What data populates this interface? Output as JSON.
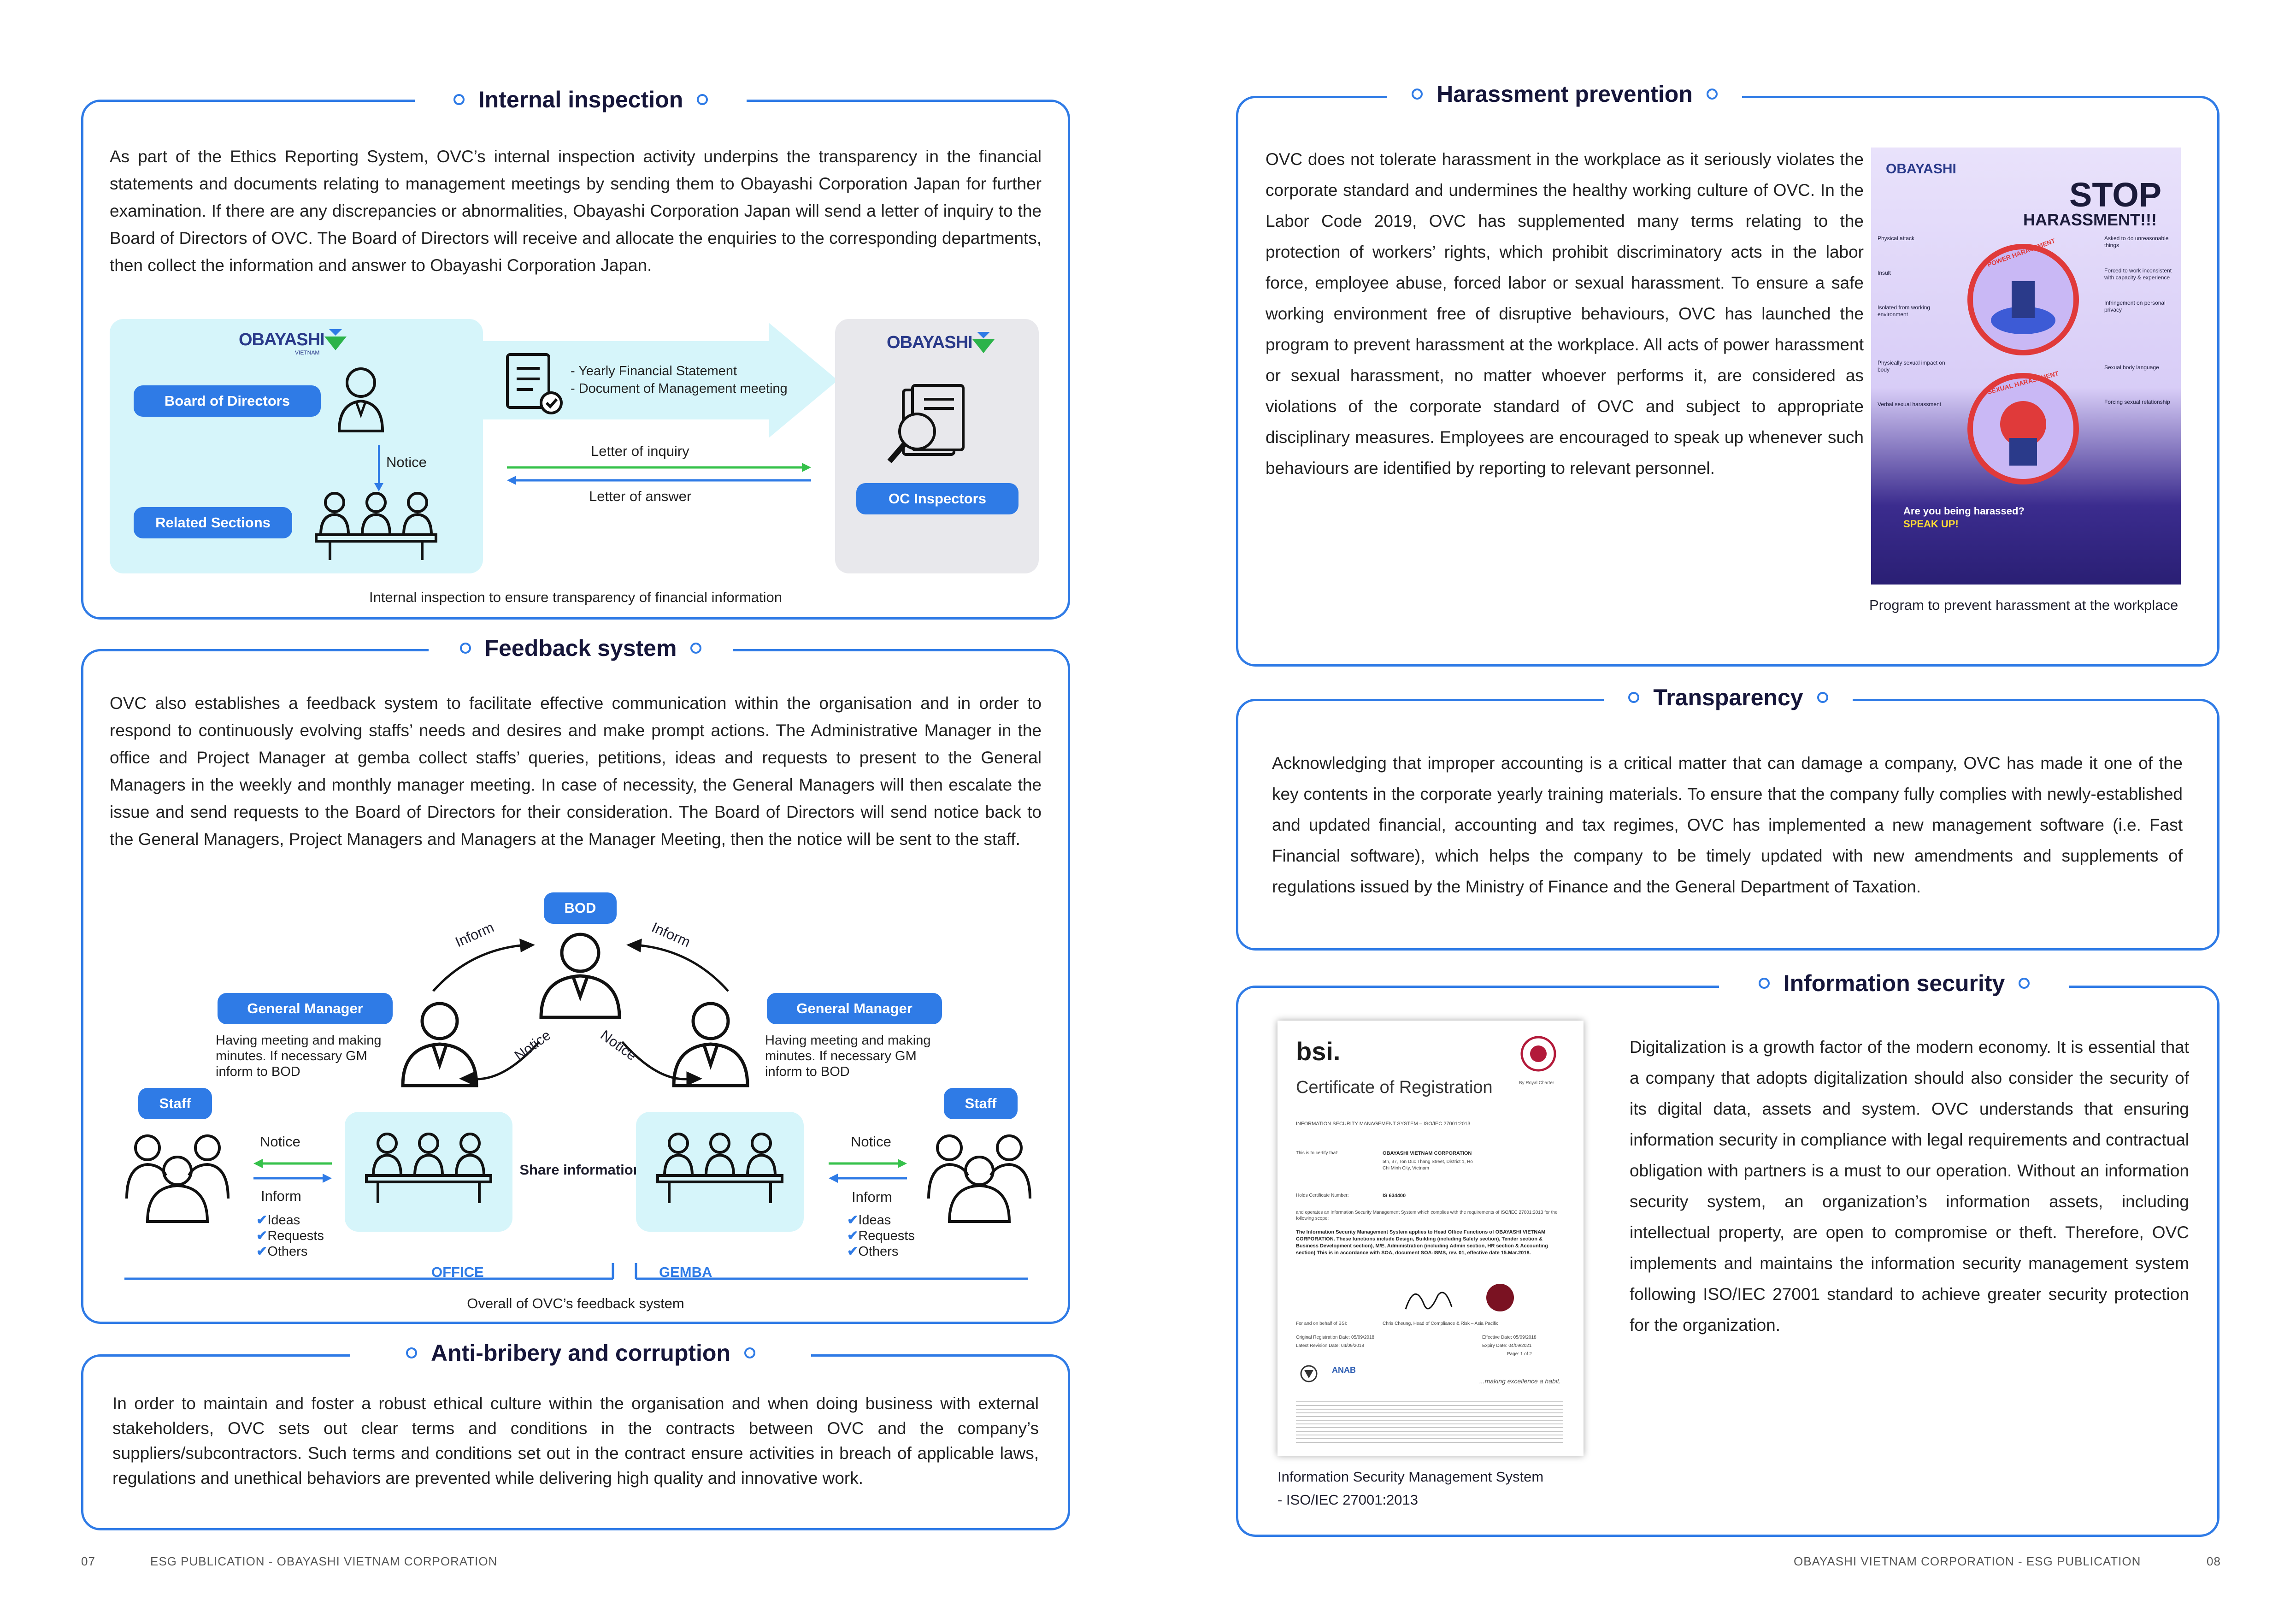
{
  "internal": {
    "title": "Internal inspection",
    "body": "As part of the Ethics Reporting System, OVC’s internal inspection activity underpins the transparency in the financial statements and documents relating to management meetings by sending them to Obayashi Corporation Japan for further examination. If there are any discrepancies or abnormalities, Obayashi Corporation Japan will send a letter of inquiry to the Board of Directors of OVC. The Board of Directors will receive and allocate the enquiries to the corresponding departments, then collect the information and answer to Obayashi Corporation Japan.",
    "diagram": {
      "logo_left": "OBAYASHI",
      "logo_left_sub": "VIETNAM",
      "board": "Board of Directors",
      "related": "Related Sections",
      "notice": "Notice",
      "doc1": "- Yearly Financial Statement",
      "doc2": "- Document of Management meeting",
      "inquiry": "Letter of inquiry",
      "answer": "Letter of answer",
      "logo_right": "OBAYASHI",
      "inspectors": "OC Inspectors"
    },
    "caption": "Internal inspection to ensure transparency of financial information"
  },
  "feedback": {
    "title": "Feedback system",
    "body": "OVC also establishes a feedback system to facilitate effective communication within the organisation and in order to respond to continuously evolving staffs’ needs and desires and make prompt actions. The Administrative Manager in the office and Project Manager at gemba collect staffs’ queries, petitions, ideas and requests to present to the General Managers in the weekly and monthly manager meeting. In case of necessity, the General Managers will then escalate the issue and send requests to the Board of Directors for their consideration. The Board of Directors will send notice back to the General Managers, Project Managers and Managers at the Manager Meeting, then the notice will be sent to the staff.",
    "diagram": {
      "bod": "BOD",
      "inform_left": "Inform",
      "inform_right": "Inform",
      "notice_left": "Notice",
      "notice_right": "Notice",
      "gm_left": "General Manager",
      "gm_right": "General Manager",
      "gm_left_desc": "Having meeting and making minutes. If necessary GM inform to BOD",
      "gm_right_desc": "Having meeting and making minutes. If necessary GM inform to BOD",
      "staff_left": "Staff",
      "staff_right": "Staff",
      "notice_staff_left": "Notice",
      "notice_staff_right": "Notice",
      "inform_staff_left": "Inform",
      "inform_staff_right": "Inform",
      "items": [
        "Ideas",
        "Requests",
        "Others"
      ],
      "share": "Share information",
      "office": "OFFICE",
      "gemba": "GEMBA"
    },
    "caption": "Overall of OVC’s feedback system"
  },
  "bribery": {
    "title": "Anti-bribery and corruption",
    "body": "In order to maintain and foster a robust ethical culture within the organisation and when doing business with external stakeholders, OVC sets out clear terms and conditions in the contracts between OVC and the company’s suppliers/subcontractors. Such terms and conditions set out in the contract ensure activities in breach of applicable laws, regulations and unethical behaviors are prevented while delivering high quality and innovative work."
  },
  "harassment": {
    "title": "Harassment prevention",
    "body": "OVC does not tolerate harassment in the workplace as it seriously violates the corporate standard and undermines the healthy working culture of OVC. In the Labor Code 2019, OVC has supplemented many terms relating to the protection of workers’ rights, which prohibit discriminatory acts in the labor force, employee abuse, forced labor or sexual harassment. To ensure a safe working environment free of disruptive behaviours, OVC has launched the program to prevent harassment at the workplace. All acts of power harassment or sexual harassment, no matter whoever performs it, are considered as violations of the corporate standard of OVC and subject to appropriate disciplinary measures. Employees are encouraged to speak up whenever such behaviours are identified by reporting to relevant personnel.",
    "poster": {
      "logo": "OBAYASHI",
      "stop": "STOP",
      "headline": "HARASSMENT!!!",
      "power": "POWER HARASSMENT",
      "sexual": "SEXUAL HARASSMENT",
      "labels_left": [
        "Physical attack",
        "Insult",
        "Isolated from working environment",
        "Physically sexual impact on body",
        "Verbal sexual harassment"
      ],
      "labels_right": [
        "Asked to do unreasonable things",
        "Forced to work inconsistent with capacity & experience",
        "Infringement on personal privacy",
        "Sexual body language",
        "Forcing sexual relationship"
      ],
      "question": "Are you being harassed?",
      "speak": "SPEAK UP!"
    },
    "caption": "Program to prevent harassment at the workplace"
  },
  "transparency": {
    "title": "Transparency",
    "body": "Acknowledging that improper accounting is a critical matter that can damage a company, OVC has made it one of the key contents in the corporate yearly training materials. To ensure that the company fully complies with newly-established and updated financial, accounting and tax regimes, OVC has implemented a new management software (i.e. Fast Financial software), which helps the company to be timely updated with new amendments and supplements of regulations issued by the Ministry of Finance and the General Department of Taxation."
  },
  "infosec": {
    "title": "Information security",
    "body": "Digitalization is a growth factor of the modern economy. It is essential that a company that adopts digitalization should also consider the security of its digital data, assets and system. OVC understands that ensuring information security in compliance with legal requirements and contractual obligation with partners is a must to our operation. Without an information security system, an organization’s information assets, including intellectual property, are open to compromise or theft. Therefore, OVC implements and maintains the information security management system following ISO/IEC 27001 standard to achieve greater security protection for the organization.",
    "cert": {
      "brand": "bsi.",
      "title": "Certificate of Registration",
      "royal": "By Royal Charter",
      "system": "INFORMATION SECURITY MANAGEMENT SYSTEM – ISO/IEC 27001:2013",
      "certify": "This is to certify that:",
      "company": "OBAYASHI VIETNAM CORPORATION",
      "address": "5th, 37, Ton Duc Thang Street, District 1, Ho Chi Minh City, Vietnam",
      "holder_label": "Holds Certificate Number:",
      "cert_no": "IS 634400",
      "operates": "and operates an Information Security Management System which complies with the requirements of ISO/IEC 27001:2013 for the following scope:",
      "scope": "The Information Security Management System applies to Head Office Functions of OBAYASHI VIETNAM CORPORATION. These functions include Design, Building (including Safety section), Tender section & Business Development section), M/E, Administration (including Admin section, HR section & Accounting section) This is in accordance with SOA, document SOA-ISMS, rev. 01, effective date 15.Mar.2018.",
      "signer": "Chris Cheung, Head of Compliance & Risk – Asia Pacific",
      "behalf": "For and on behalf of BSI:",
      "orig": "Original Registration Date: 05/09/2018",
      "latest": "Latest Revision Date: 04/09/2018",
      "effective": "Effective Date: 05/09/2018",
      "expiry": "Expiry Date: 04/09/2021",
      "page": "Page: 1 of 2",
      "anab": "ANAB",
      "tagline": "...making excellence a habit."
    },
    "caption_line1": "Information Security Management System",
    "caption_line2": "- ISO/IEC 27001:2013"
  },
  "footer": {
    "left_page": "07",
    "left_text": "ESG PUBLICATION - OBAYASHI VIETNAM CORPORATION",
    "right_text": "OBAYASHI VIETNAM CORPORATION - ESG PUBLICATION",
    "right_page": "08"
  },
  "colors": {
    "accent": "#2f7be6",
    "cyan": "#d6f5fa",
    "green": "#35c14a",
    "logo_green": "#2cb34a"
  }
}
